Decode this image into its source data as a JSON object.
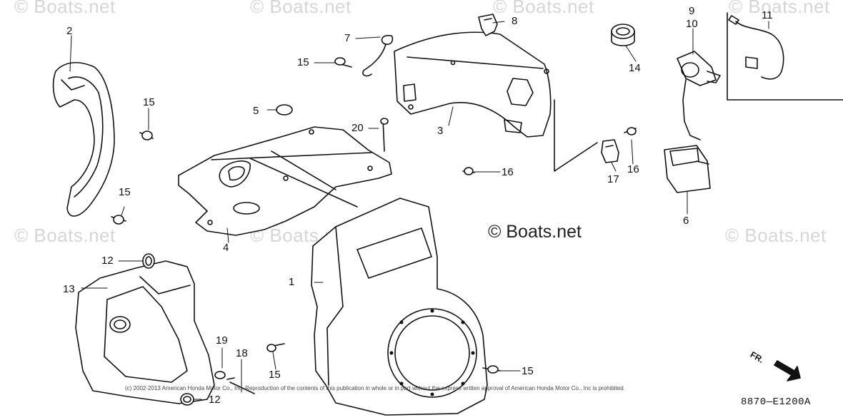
{
  "watermark": "© Boats.net",
  "copyright_main": "© Boats.net",
  "footer_note": "(c) 2002-2013 American Honda Motor Co., Inc. Reproduction of the contents of this publication in whole or in part without the express written approval of American Honda Motor Co., Inc is prohibited.",
  "figure_code": "8870—E1200A",
  "direction_label": "FR.",
  "callouts": {
    "c1": "1",
    "c2": "2",
    "c3": "3",
    "c4": "4",
    "c5": "5",
    "c6": "6",
    "c7": "7",
    "c8": "8",
    "c9": "9",
    "c10": "10",
    "c11": "11",
    "c12a": "12",
    "c12b": "12",
    "c13": "13",
    "c14": "14",
    "c15a": "15",
    "c15b": "15",
    "c15c": "15",
    "c15d": "15",
    "c15e": "15",
    "c16a": "16",
    "c16b": "16",
    "c17": "17",
    "c18": "18",
    "c19": "19",
    "c20": "20"
  }
}
